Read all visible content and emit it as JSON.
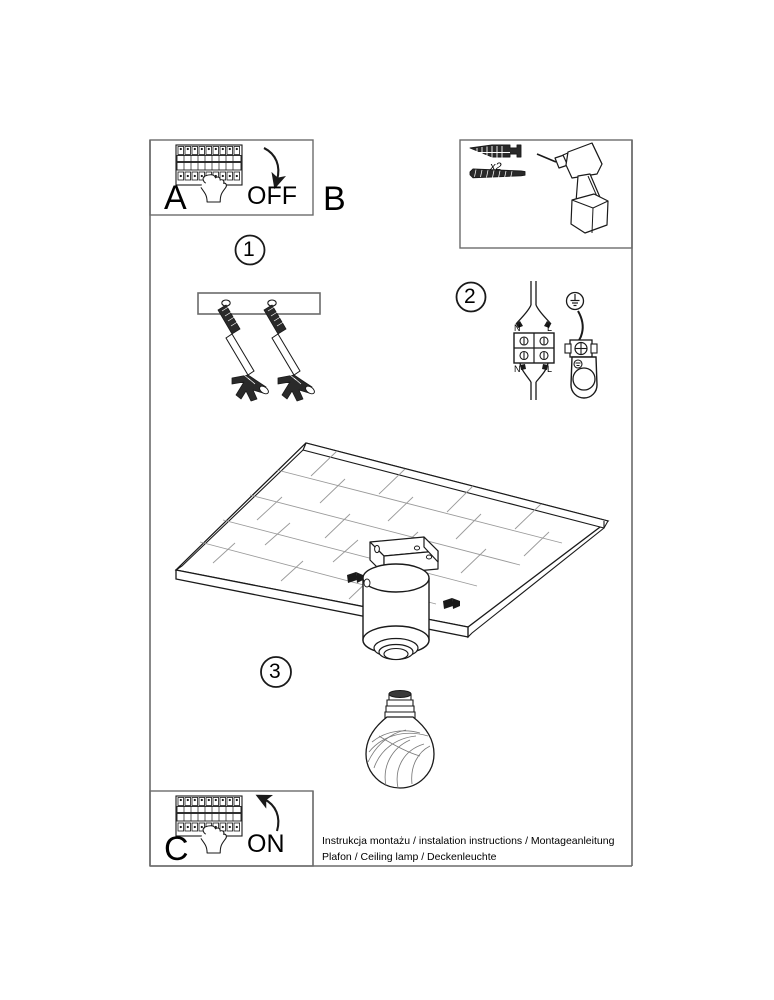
{
  "document": {
    "type": "assembly-instruction-sheet",
    "product_line_1": "Instrukcja montażu / instalation instructions / Montageanleitung",
    "product_line_2": "Plafon / Ceiling lamp / Deckenleuchte"
  },
  "panels": {
    "power_off": {
      "letter": "A",
      "action_label": "OFF",
      "icon": "circuit-breaker-panel-with-hand"
    },
    "hardware": {
      "letter": "B",
      "quantity_label": "x2",
      "items": [
        "wall-plug",
        "screw",
        "cordless-drill"
      ]
    },
    "power_on": {
      "letter": "C",
      "action_label": "ON",
      "icon": "circuit-breaker-panel-with-hand"
    }
  },
  "steps": [
    {
      "number": "1",
      "name": "mount-bracket-plate",
      "icon": "mounting-plate-with-two-screws"
    },
    {
      "number": "2",
      "name": "connect-wiring",
      "terminal_top_left": "N",
      "terminal_top_right": "L",
      "terminal_bottom_left": "N",
      "terminal_bottom_right": "L",
      "earth_symbol": "earth-ground-symbol"
    },
    {
      "number": "3",
      "name": "attach-lamp-and-bulb",
      "icon": "ceiling-with-cylindrical-lamp-and-bulb"
    }
  ],
  "colors": {
    "line": "#1a1a1a",
    "frame": "#6b6b6b",
    "light_line": "#9a9a9a",
    "fill": "#ffffff"
  }
}
